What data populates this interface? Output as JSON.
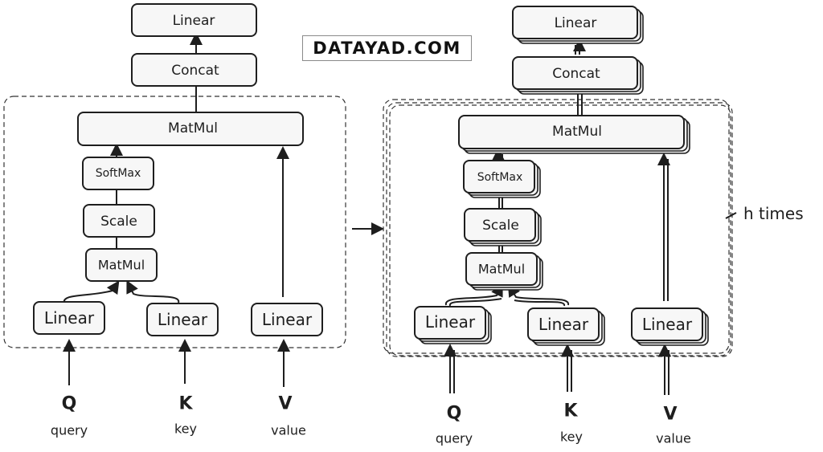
{
  "watermark": "DATAYAD.COM",
  "left_diagram": {
    "title": "Scaled Dot-Product Attention (single head)",
    "nodes": {
      "linear_out": "Linear",
      "concat": "Concat",
      "matmul_top": "MatMul",
      "softmax": "SoftMax",
      "scale": "Scale",
      "matmul_qk": "MatMul",
      "linear_q": "Linear",
      "linear_k": "Linear",
      "linear_v": "Linear"
    },
    "inputs": [
      {
        "symbol": "Q",
        "label": "query"
      },
      {
        "symbol": "K",
        "label": "key"
      },
      {
        "symbol": "V",
        "label": "value"
      }
    ]
  },
  "right_diagram": {
    "title": "Multi-Head Attention",
    "nodes": {
      "linear_out": "Linear",
      "concat": "Concat",
      "matmul_top": "MatMul",
      "softmax": "SoftMax",
      "scale": "Scale",
      "matmul_qk": "MatMul",
      "linear_q": "Linear",
      "linear_k": "Linear",
      "linear_v": "Linear"
    },
    "inputs": [
      {
        "symbol": "Q",
        "label": "query"
      },
      {
        "symbol": "K",
        "label": "key"
      },
      {
        "symbol": "V",
        "label": "value"
      }
    ],
    "repeat_label": "h times"
  },
  "colors": {
    "stroke": "#1e1e1e",
    "box_fill": "#f7f7f7",
    "background": "#ffffff"
  }
}
